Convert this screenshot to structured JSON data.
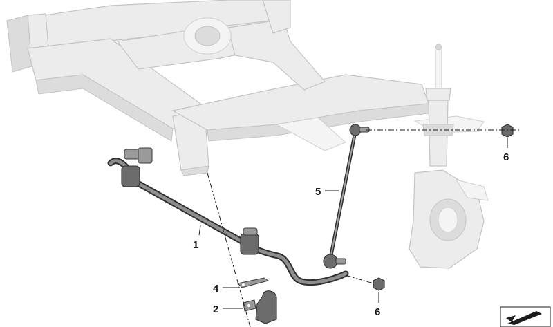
{
  "callouts": [
    {
      "id": "1",
      "label": "1"
    },
    {
      "id": "2",
      "label": "2"
    },
    {
      "id": "4",
      "label": "4"
    },
    {
      "id": "5",
      "label": "5"
    },
    {
      "id": "6a",
      "label": "6"
    },
    {
      "id": "6b",
      "label": "6"
    }
  ],
  "colors": {
    "background": "#ffffff",
    "subframe": "#ececec",
    "subframe_outline": "#c4c4c4",
    "parts": "#6c6c6c",
    "callout_text": "#1a1a1a"
  },
  "icons": {
    "corner_badge": "fold-arrow-icon"
  }
}
